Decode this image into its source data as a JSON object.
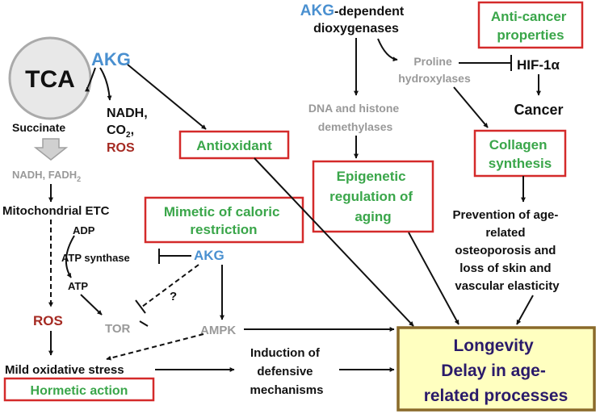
{
  "colors": {
    "black": "#111111",
    "akg_blue": "#4a90d0",
    "green": "#3aa64a",
    "ros_red": "#a52a22",
    "gray": "#999999",
    "box_red": "#d42a2a",
    "longevity_fill": "#ffffc0",
    "longevity_border": "#8a6a2a",
    "longevity_text": "#2a1a6a",
    "tca_fill": "#e8e8e8",
    "tca_stroke": "#aaaaaa"
  },
  "nodes": {
    "tca": "TCA",
    "akg": "AKG",
    "nadh_co2": "NADH,",
    "co2": "CO",
    "co2_sub": "2",
    "co2_comma": ",",
    "ros_top": "ROS",
    "succinate": "Succinate",
    "nadh_fadh": "NADH, FADH",
    "fadh_sub": "2",
    "mito_etc": "Mitochondrial ETC",
    "adp": "ADP",
    "atp_synthase": "ATP synthase",
    "atp": "ATP",
    "ros_mid": "ROS",
    "tor": "TOR",
    "question": "?",
    "ampk": "AMPK",
    "akg_mid": "AKG",
    "mild_stress": "Mild oxidative stress",
    "hormetic": "Hormetic action",
    "induction": [
      "Induction of",
      "defensive",
      "mechanisms"
    ],
    "antioxidant": "Antioxidant",
    "caloric": [
      "Mimetic of caloric",
      "restriction"
    ],
    "akg_dep": "AKG",
    "akg_dep_rest": "-dependent",
    "dioxygenases": "dioxygenases",
    "proline": [
      "Proline",
      "hydroxylases"
    ],
    "dna_histone": [
      "DNA and histone",
      "demethylases"
    ],
    "epigenetic": [
      "Epigenetic",
      "regulation of",
      "aging"
    ],
    "anticancer": [
      "Anti-cancer",
      "properties"
    ],
    "hif": "HIF-1α",
    "cancer": "Cancer",
    "collagen": [
      "Collagen",
      "synthesis"
    ],
    "prevention": [
      "Prevention of age-",
      "related",
      "osteoporosis and",
      "loss of skin and",
      "vascular elasticity"
    ],
    "longevity": [
      "Longevity",
      "Delay in age-",
      "related processes"
    ]
  }
}
